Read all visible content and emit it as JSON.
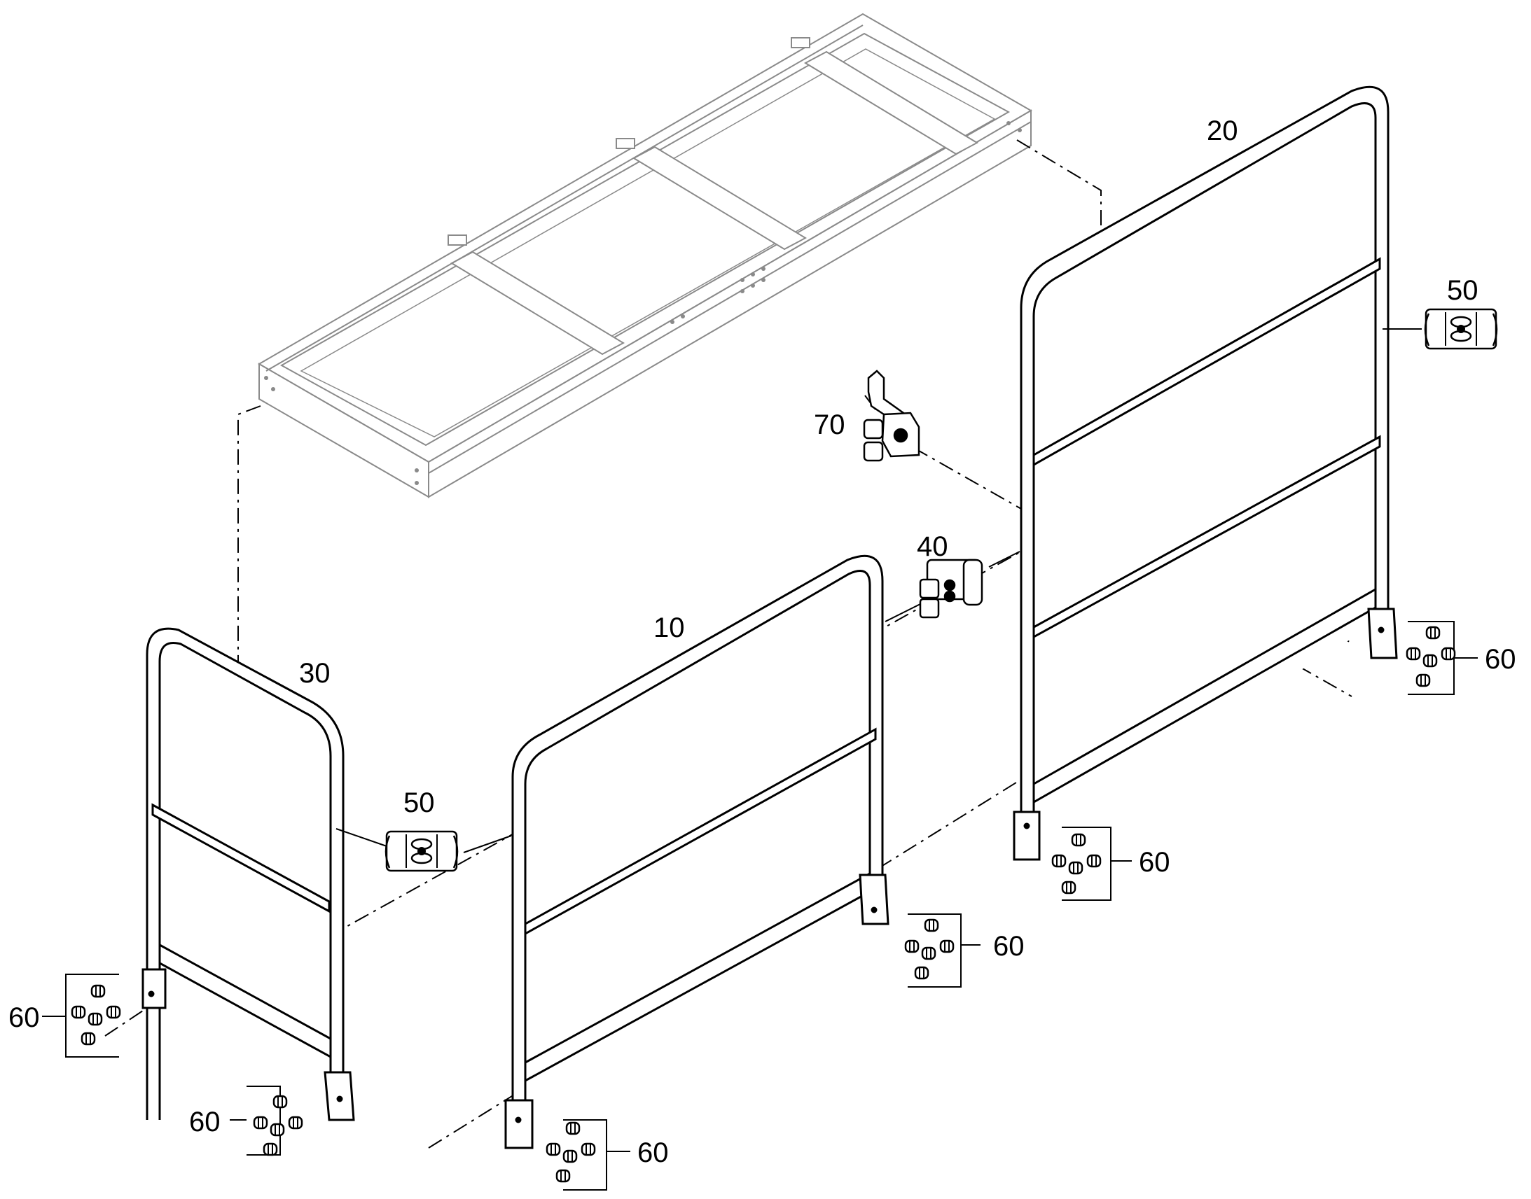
{
  "diagram": {
    "callouts": {
      "c10": "10",
      "c20": "20",
      "c30": "30",
      "c40": "40",
      "c50a": "50",
      "c50b": "50",
      "c60a": "60",
      "c60b": "60",
      "c60c": "60",
      "c60d": "60",
      "c60e": "60",
      "c60f": "60",
      "c70": "70"
    },
    "colors": {
      "line": "#000000",
      "fill": "#ffffff",
      "tube": "#ffffff",
      "frame": "#8a8a8a"
    }
  }
}
